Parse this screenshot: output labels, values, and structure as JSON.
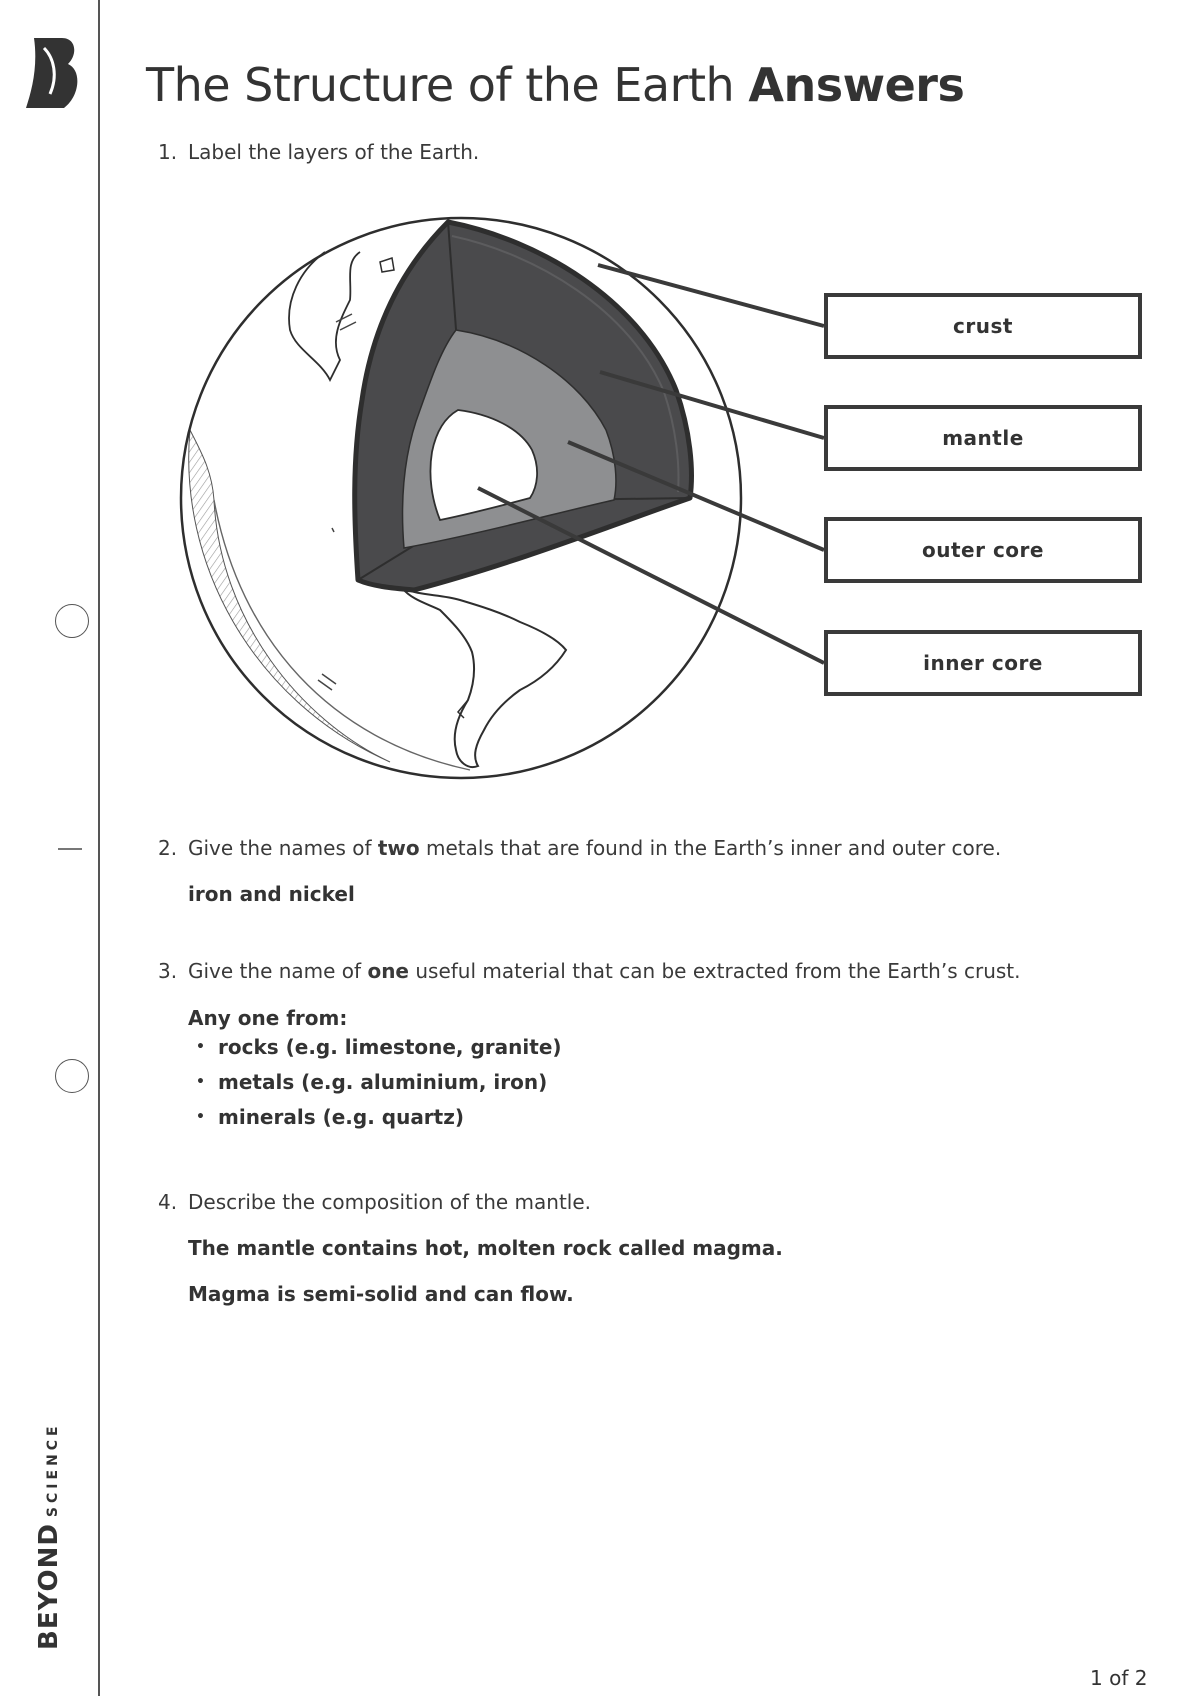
{
  "header": {
    "title_main": "The Structure of the Earth",
    "title_bold": "Answers"
  },
  "brand": {
    "name": "BEYOND",
    "sub": "SCIENCE",
    "logo_letter": "B"
  },
  "questions": [
    {
      "num": "1.",
      "text": "Label the layers of the Earth.",
      "labels": [
        "crust",
        "mantle",
        "outer core",
        "inner core"
      ]
    },
    {
      "num": "2.",
      "text_pre": "Give the names of ",
      "text_bold": "two",
      "text_post": " metals that are found in the Earth’s inner and outer core.",
      "answer": "iron and nickel"
    },
    {
      "num": "3.",
      "text_pre": "Give the name of ",
      "text_bold": "one",
      "text_post": " useful material that can be extracted from the Earth’s crust.",
      "answer_intro": "Any one from:",
      "answer_items": [
        "rocks (e.g. limestone, granite)",
        "metals (e.g. aluminium, iron)",
        "minerals (e.g. quartz)"
      ]
    },
    {
      "num": "4.",
      "text": "Describe the composition of the mantle.",
      "answer_lines": [
        "The mantle contains hot, molten rock called magma.",
        "Magma is semi-solid and can flow."
      ]
    }
  ],
  "footer": {
    "page": "1 of 2"
  },
  "colors": {
    "text": "#333333",
    "crust_mantle": "#4a4a4c",
    "outer_core": "#8e8f91",
    "inner_core": "#ffffff",
    "outline": "#2e2e2e"
  }
}
